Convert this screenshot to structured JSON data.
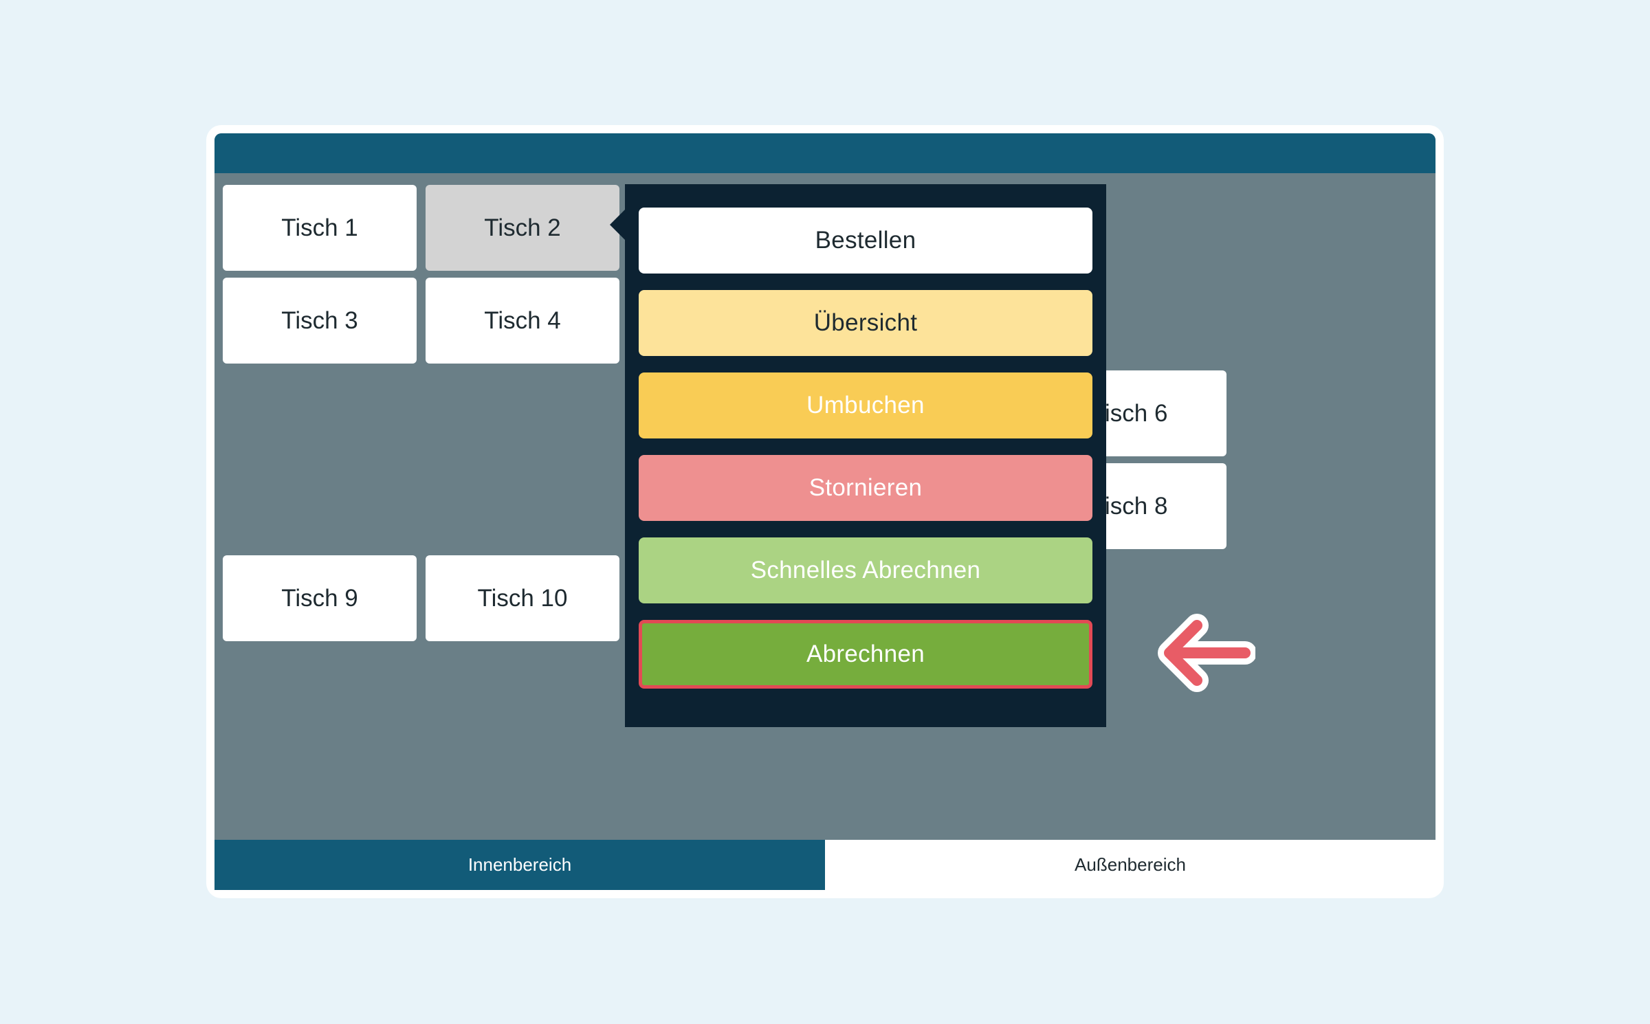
{
  "tables": [
    {
      "label": "Tisch 1"
    },
    {
      "label": "Tisch 2"
    },
    {
      "label": "Tisch 3"
    },
    {
      "label": "Tisch 4"
    },
    {
      "label": "isch 6"
    },
    {
      "label": "isch 8"
    },
    {
      "label": "Tisch 9"
    },
    {
      "label": "Tisch 10"
    }
  ],
  "selected_table": "Tisch 2",
  "menu": {
    "items": [
      {
        "label": "Bestellen",
        "bg": "#ffffff",
        "fg": "#1e2a30"
      },
      {
        "label": "Übersicht",
        "bg": "#fde39a",
        "fg": "#1e2a30"
      },
      {
        "label": "Umbuchen",
        "bg": "#f9cc55",
        "fg": "#ffffff"
      },
      {
        "label": "Stornieren",
        "bg": "#ee9090",
        "fg": "#ffffff"
      },
      {
        "label": "Schnelles Abrechnen",
        "bg": "#abd383",
        "fg": "#ffffff"
      },
      {
        "label": "Abrechnen",
        "bg": "#76ad3d",
        "fg": "#ffffff"
      }
    ]
  },
  "tabs": {
    "inner": "Innenbereich",
    "outer": "Außenbereich",
    "active": "inner"
  },
  "colors": {
    "header": "#125b78",
    "floor": "#6a7f87",
    "popup": "#0c2232",
    "annotation": "#e85c66"
  },
  "icons": {
    "annotation": "arrow-left-icon"
  }
}
